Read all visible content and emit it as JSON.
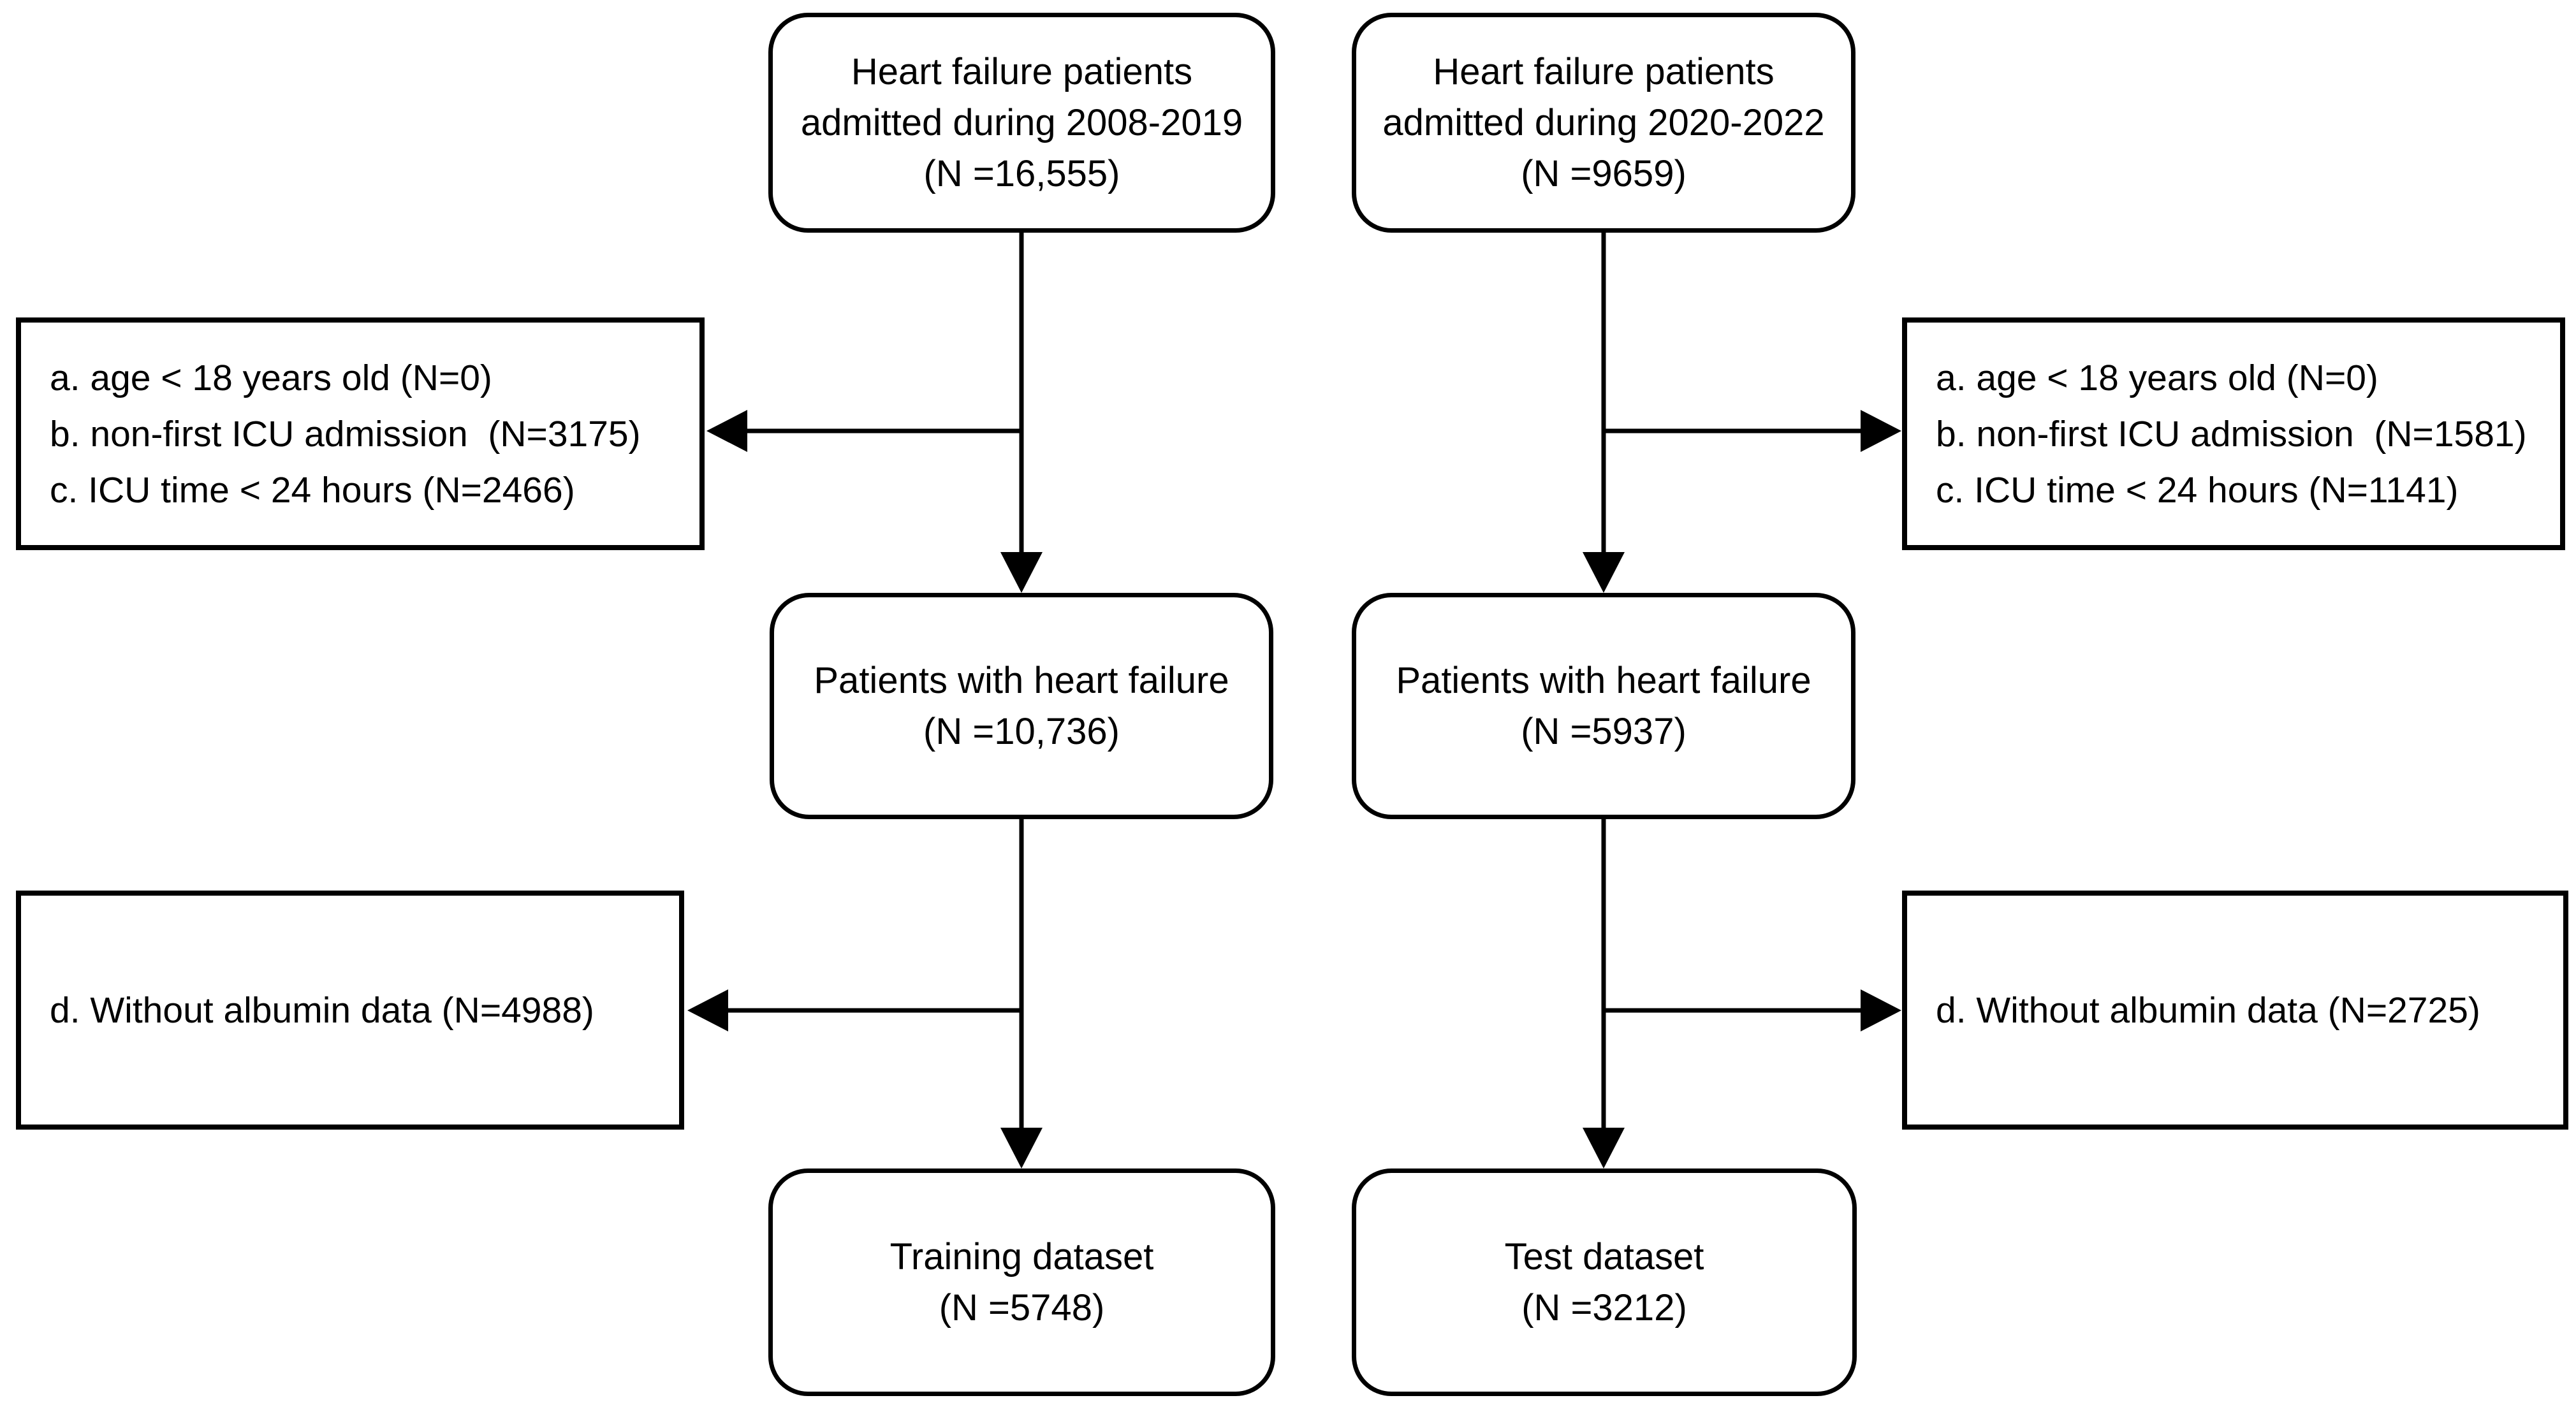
{
  "colors": {
    "line": "#000000",
    "background": "#ffffff",
    "text": "#000000"
  },
  "flowchart": {
    "left_column": {
      "top": {
        "lines": [
          "Heart failure patients",
          "admitted during 2008-2019",
          "(N =16,555)"
        ]
      },
      "exclusion_1": {
        "items": [
          "a. age < 18 years old (N=0)",
          "b. non-first ICU admission  (N=3175)",
          "c. ICU time < 24 hours (N=2466)"
        ]
      },
      "cohort": {
        "lines": [
          "Patients with heart failure",
          "(N =10,736)"
        ]
      },
      "exclusion_2": {
        "items": [
          "d. Without albumin data (N=4988)"
        ]
      },
      "result": {
        "lines": [
          "Training dataset",
          "(N =5748)"
        ]
      }
    },
    "right_column": {
      "top": {
        "lines": [
          "Heart failure patients",
          "admitted during 2020-2022",
          "(N =9659)"
        ]
      },
      "exclusion_1": {
        "items": [
          "a. age < 18 years old (N=0)",
          "b. non-first ICU admission  (N=1581)",
          "c. ICU time < 24 hours (N=1141)"
        ]
      },
      "cohort": {
        "lines": [
          "Patients with heart failure",
          "(N =5937)"
        ]
      },
      "exclusion_2": {
        "items": [
          "d. Without albumin data (N=2725)"
        ]
      },
      "result": {
        "lines": [
          "Test dataset",
          "(N =3212)"
        ]
      }
    }
  }
}
